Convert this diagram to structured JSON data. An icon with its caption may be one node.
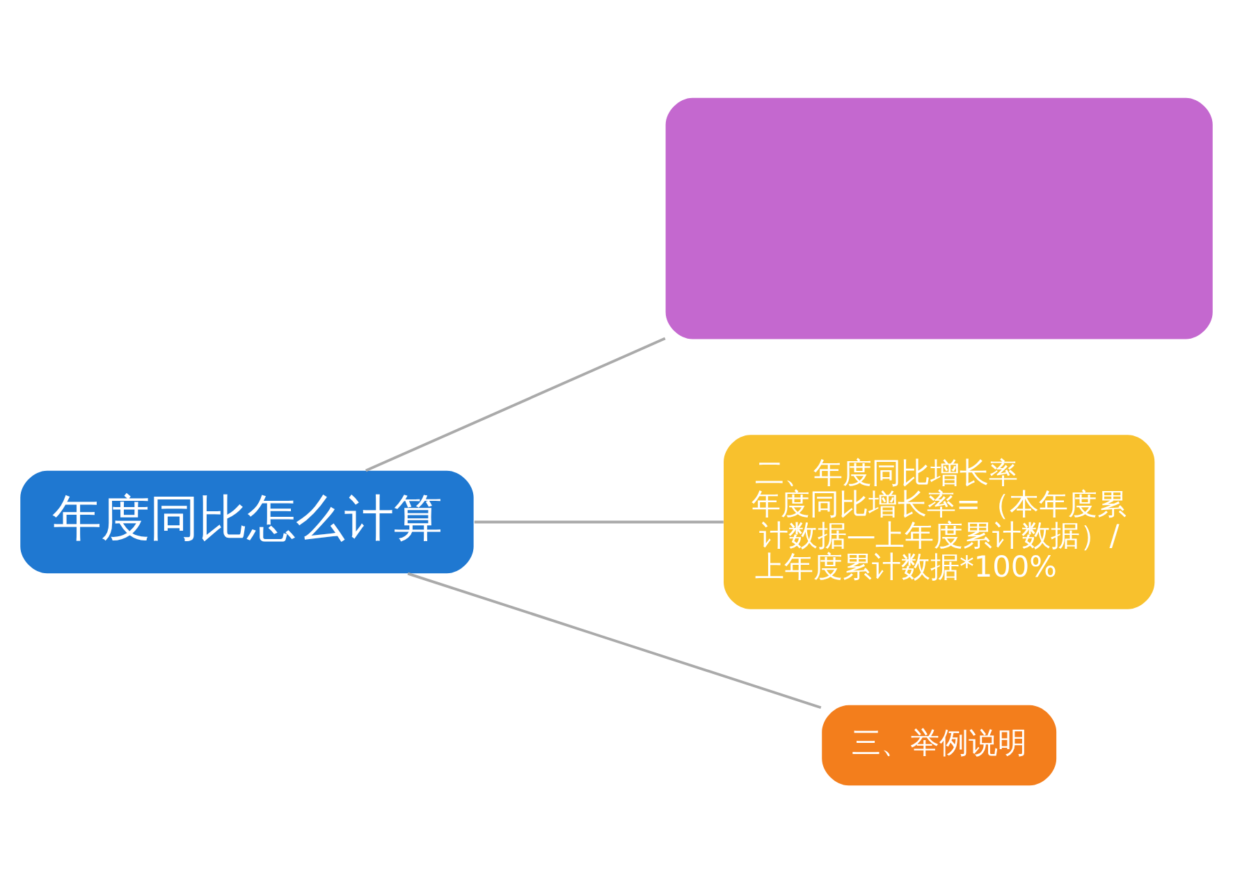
{
  "diagram": {
    "nodes": [
      {
        "text": [
          "年度同比怎么计算"
        ]
      },
      {
        "text": [],
        "shape": "box"
      },
      {
        "text": [
          "二、年度同比增长率",
          "年度同比增长率=（本年度累计数据—上年度累计数据）/上年度累计数据*100%"
        ]
      },
      {
        "text": [
          "三、举例说明"
        ]
      }
    ],
    "edges": [
      {
        "from": 0,
        "to": 1,
        "arrow": "none"
      },
      {
        "from": 0,
        "to": 2,
        "arrow": "none"
      },
      {
        "from": 0,
        "to": 3,
        "arrow": "none"
      }
    ]
  }
}
